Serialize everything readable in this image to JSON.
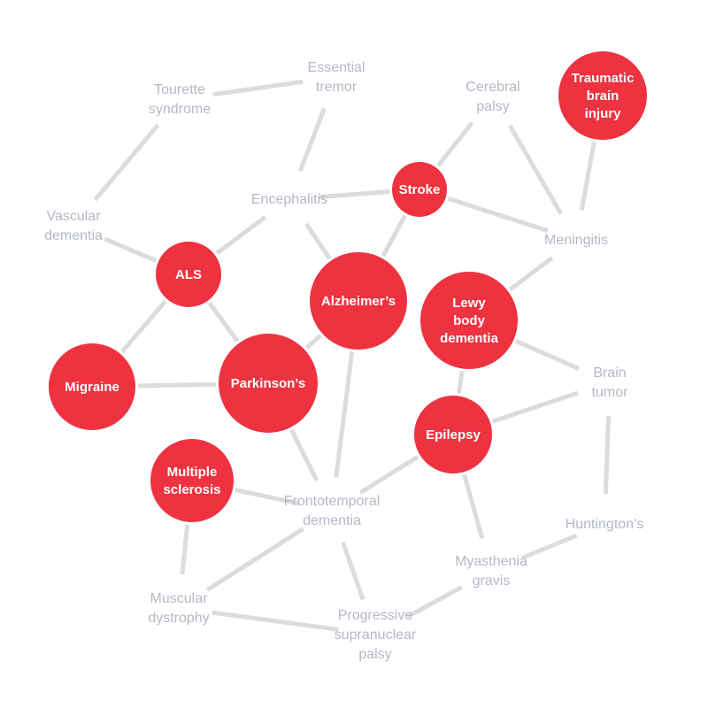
{
  "colors": {
    "hub_fill": "#ee3240",
    "hub_text": "#ffffff",
    "plain_text": "#b4b9c6",
    "edge": "#dcdcdc"
  },
  "nodes": [
    {
      "id": "traumatic-brain-injury",
      "label": "Traumatic brain injury",
      "highlighted": true
    },
    {
      "id": "stroke",
      "label": "Stroke",
      "highlighted": true
    },
    {
      "id": "als",
      "label": "ALS",
      "highlighted": true
    },
    {
      "id": "alzheimers",
      "label": "Alzheimer’s",
      "highlighted": true
    },
    {
      "id": "lewy-body-dementia",
      "label": "Lewy body dementia",
      "highlighted": true
    },
    {
      "id": "migraine",
      "label": "Migraine",
      "highlighted": true
    },
    {
      "id": "parkinsons",
      "label": "Parkinson’s",
      "highlighted": true
    },
    {
      "id": "epilepsy",
      "label": "Epilepsy",
      "highlighted": true
    },
    {
      "id": "multiple-sclerosis",
      "label": "Multiple sclerosis",
      "highlighted": true
    },
    {
      "id": "essential-tremor",
      "label": "Essential tremor",
      "highlighted": false
    },
    {
      "id": "tourette-syndrome",
      "label": "Tourette syndrome",
      "highlighted": false
    },
    {
      "id": "cerebral-palsy",
      "label": "Cerebral palsy",
      "highlighted": false
    },
    {
      "id": "encephalitis",
      "label": "Encephalitis",
      "highlighted": false
    },
    {
      "id": "vascular-dementia",
      "label": "Vascular dementia",
      "highlighted": false
    },
    {
      "id": "meningitis",
      "label": "Meningitis",
      "highlighted": false
    },
    {
      "id": "brain-tumor",
      "label": "Brain tumor",
      "highlighted": false
    },
    {
      "id": "huntingtons",
      "label": "Huntington’s",
      "highlighted": false
    },
    {
      "id": "frontotemporal-dementia",
      "label": "Frontotemporal dementia",
      "highlighted": false
    },
    {
      "id": "myasthenia-gravis",
      "label": "Myasthenia gravis",
      "highlighted": false
    },
    {
      "id": "muscular-dystrophy",
      "label": "Muscular dystrophy",
      "highlighted": false
    },
    {
      "id": "progressive-supranuclear-palsy",
      "label": "Progressive supranuclear palsy",
      "highlighted": false
    }
  ],
  "edges": [
    [
      "tourette-syndrome",
      "essential-tremor"
    ],
    [
      "tourette-syndrome",
      "vascular-dementia"
    ],
    [
      "essential-tremor",
      "encephalitis"
    ],
    [
      "cerebral-palsy",
      "stroke"
    ],
    [
      "cerebral-palsy",
      "meningitis"
    ],
    [
      "traumatic-brain-injury",
      "meningitis"
    ],
    [
      "encephalitis",
      "stroke"
    ],
    [
      "encephalitis",
      "als"
    ],
    [
      "stroke",
      "meningitis"
    ],
    [
      "stroke",
      "alzheimers"
    ],
    [
      "vascular-dementia",
      "als"
    ],
    [
      "als",
      "migraine"
    ],
    [
      "als",
      "parkinsons"
    ],
    [
      "alzheimers",
      "encephalitis"
    ],
    [
      "alzheimers",
      "parkinsons"
    ],
    [
      "alzheimers",
      "frontotemporal-dementia"
    ],
    [
      "meningitis",
      "lewy-body-dementia"
    ],
    [
      "lewy-body-dementia",
      "brain-tumor"
    ],
    [
      "lewy-body-dementia",
      "epilepsy"
    ],
    [
      "migraine",
      "parkinsons"
    ],
    [
      "parkinsons",
      "frontotemporal-dementia"
    ],
    [
      "epilepsy",
      "brain-tumor"
    ],
    [
      "epilepsy",
      "frontotemporal-dementia"
    ],
    [
      "epilepsy",
      "myasthenia-gravis"
    ],
    [
      "brain-tumor",
      "huntingtons"
    ],
    [
      "multiple-sclerosis",
      "frontotemporal-dementia"
    ],
    [
      "multiple-sclerosis",
      "muscular-dystrophy"
    ],
    [
      "frontotemporal-dementia",
      "muscular-dystrophy"
    ],
    [
      "frontotemporal-dementia",
      "progressive-supranuclear-palsy"
    ],
    [
      "huntingtons",
      "myasthenia-gravis"
    ],
    [
      "myasthenia-gravis",
      "progressive-supranuclear-palsy"
    ],
    [
      "muscular-dystrophy",
      "progressive-supranuclear-palsy"
    ]
  ]
}
